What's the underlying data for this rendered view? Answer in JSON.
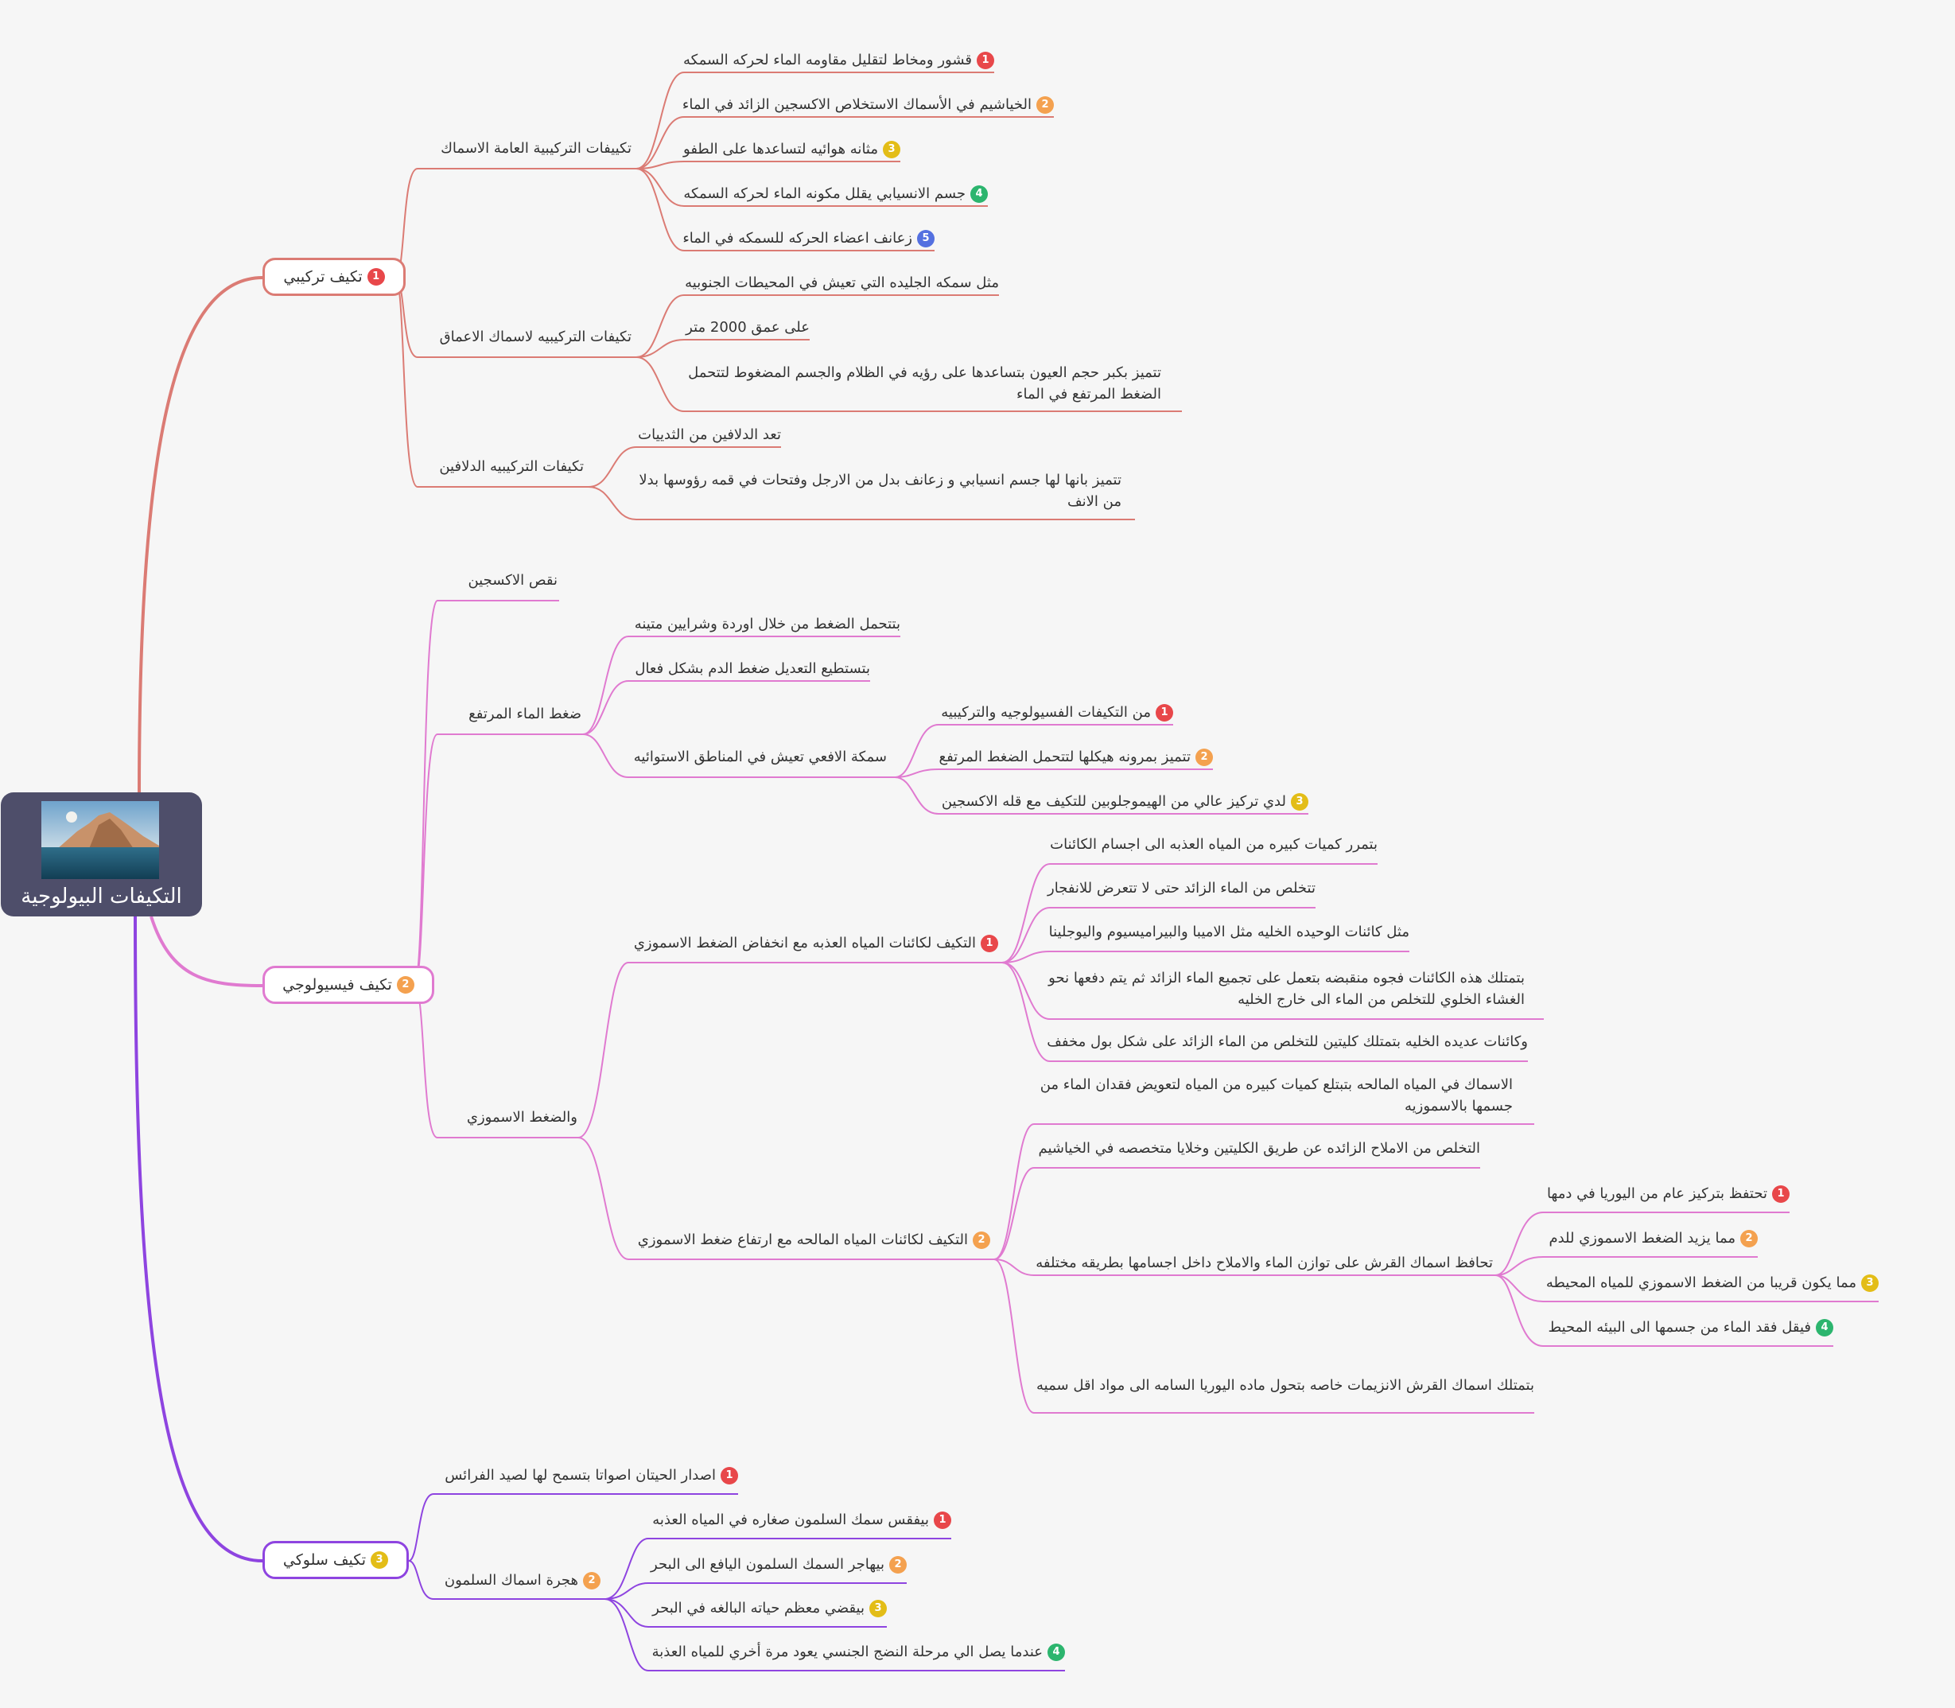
{
  "colors": {
    "branch1": "#db7b74",
    "branch2": "#e07ad0",
    "branch3": "#8e44e0",
    "badge1": "#e8474a",
    "badge2": "#f4a14f",
    "badge3": "#e3bd17",
    "badge4": "#2cb56e",
    "badge5": "#5470e0"
  },
  "root": {
    "title": "التكيفات البيولوجية",
    "image_icon": "landscape-sea-mountain-image"
  },
  "branch1": {
    "label": "تكيف تركيبي",
    "badge": "1",
    "sub1": {
      "label": "تكييفات التركيبية العامة الاسماك",
      "items": [
        "قشور ومخاط لتقليل مقاومه الماء لحركه السمكه",
        "الخياشيم في الأسماك الاستخلاص الاكسجين الزائد في الماء",
        "مثانه هوائيه لتساعدها على الطفو",
        "جسم الانسيابي يقلل مكونه الماء لحركه السمكه",
        "زعانف اعضاء الحركه للسمكه في الماء"
      ]
    },
    "sub2": {
      "label": "تكيفات التركيبيه لاسماك الاعماق",
      "items": [
        "مثل سمكه الجليده التي تعيش في المحيطات الجنوبيه",
        "على عمق 2000 متر",
        "تتميز بكبر حجم العيون بتساعدها على رؤيه في الظلام والجسم المضغوط لتتحمل الضغط المرتفع في الماء"
      ]
    },
    "sub3": {
      "label": "تكيفات التركيبيه الدلافين",
      "items": [
        "تعد الدلافين من الثدييات",
        "تتميز بانها لها جسم انسيابي و زعانف بدل من الارجل وفتحات في قمه رؤوسها بدلا من الانف"
      ]
    }
  },
  "branch2": {
    "label": "تكيف فيسيولوجي",
    "badge": "2",
    "sub1": {
      "label": "نقص الاكسجين"
    },
    "sub2": {
      "label": "ضغط الماء المرتفع",
      "items": [
        "بتتحمل الضغط من خلال اوردة وشرايين متينه",
        "بتستطيع التعديل ضغط الدم بشكل فعال"
      ],
      "fish": {
        "label": "سمكة الافعي تعيش في المناطق الاستوائيه",
        "items": [
          "من التكيفات الفسيولوجيه والتركيبيه",
          "تتميز بمرونه هيكلها لتتحمل الضغط المرتفع",
          "لدي تركيز عالي من الهيموجلوبين للتكيف مع قله الاكسجين"
        ]
      }
    },
    "sub3": {
      "label": "والضغط الاسموزي",
      "fresh": {
        "label": "التكيف لكائنات المياه العذبه مع انخفاض الضغط الاسموزي",
        "badge": "1",
        "items": [
          "بتمرر كميات كبيره من المياه العذبه الى اجسام الكائنات",
          "تتخلص من الماء الزائد حتى لا تتعرض للانفجار",
          "مثل كائنات الوحيده الخليه مثل الاميبا والبيراميسيوم واليوجلينا",
          "بتمتلك هذه الكائنات فجوه منقبضه بتعمل على تجميع الماء الزائد ثم يتم دفعها نحو الغشاء الخلوي للتخلص من الماء الى خارج الخليه",
          "وكائنات عديده الخليه بتمتلك كليتين للتخلص من الماء الزائد على شكل بول مخفف"
        ]
      },
      "salt": {
        "label": "التكيف لكائنات المياه المالحه مع ارتفاع ضغط الاسموزي",
        "badge": "2",
        "items": [
          "الاسماك في المياه المالحه بتبتلع كميات كبيره من المياه لتعويض فقدان الماء من جسمها بالاسموزيه",
          "التخلص من الاملاح الزائده عن طريق الكليتين وخلايا متخصصه في الخياشيم"
        ],
        "shark": {
          "label": "تحافظ اسماك القرش على توازن الماء والاملاح داخل اجسامها بطريقه مختلفه",
          "items": [
            "تحتفظ بتركيز عام من اليوريا في دمها",
            "مما يزيد الضغط الاسموزي للدم",
            "مما يكون قريبا من الضغط الاسموزي للمياه المحيطه",
            "فيقل فقد الماء من جسمها الى البيئه المحيط"
          ]
        },
        "last": "بتمتلك اسماك القرش الانزيمات خاصه بتحول ماده اليوريا السامه الى مواد اقل سميه"
      }
    }
  },
  "branch3": {
    "label": "تكيف سلوكي",
    "badge": "3",
    "sub1": {
      "label": "اصدار الحيتان اصواتا بتسمح لها لصيد الفرائس",
      "badge": "1"
    },
    "sub2": {
      "label": "هجرة اسماك السلمون",
      "badge": "2",
      "items": [
        "بيفقس سمك السلمون صغاره في المياه العذبه",
        "بيهاجر السمك السلمون اليافع الى البحر",
        "بيقضي معظم حياته البالغه في البحر",
        "عندما يصل الي مرحلة النضج الجنسي يعود مرة أخري للمياه العذبة"
      ]
    }
  }
}
